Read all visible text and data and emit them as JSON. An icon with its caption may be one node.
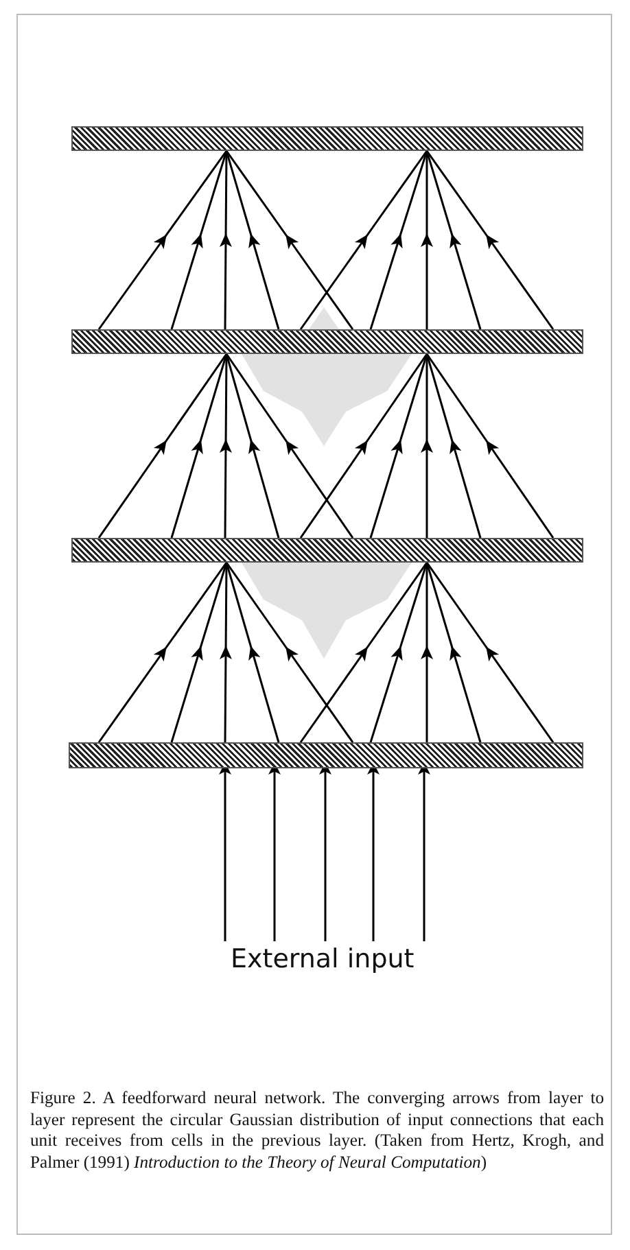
{
  "diagram": {
    "caption": "Figure 2. A feedforward neural network. The converging arrows from layer to layer represent the circular Gaussian distribution of input connections that each unit receives from cells in the previous layer. (Taken from Hertz, Krogh, and Palmer (1991) *Introduction to the Theory of Neural Computation*)",
    "nodes": [
      {
        "text": [],
        "shape": "bar"
      },
      {
        "text": [],
        "shape": "bar"
      },
      {
        "text": [],
        "shape": "bar"
      },
      {
        "text": [],
        "shape": "bar"
      },
      {
        "text": [
          "External input"
        ]
      }
    ],
    "edges": [
      {
        "from": 1,
        "to": 0,
        "arrow": "to"
      },
      {
        "from": 1,
        "to": 0,
        "arrow": "to"
      },
      {
        "from": 1,
        "to": 0,
        "arrow": "to"
      },
      {
        "from": 1,
        "to": 0,
        "arrow": "to"
      },
      {
        "from": 1,
        "to": 0,
        "arrow": "to"
      },
      {
        "from": 1,
        "to": 0,
        "arrow": "to"
      },
      {
        "from": 1,
        "to": 0,
        "arrow": "to"
      },
      {
        "from": 1,
        "to": 0,
        "arrow": "to"
      },
      {
        "from": 1,
        "to": 0,
        "arrow": "to"
      },
      {
        "from": 1,
        "to": 0,
        "arrow": "to"
      },
      {
        "from": 2,
        "to": 1,
        "arrow": "to"
      },
      {
        "from": 2,
        "to": 1,
        "arrow": "to"
      },
      {
        "from": 2,
        "to": 1,
        "arrow": "to"
      },
      {
        "from": 2,
        "to": 1,
        "arrow": "to"
      },
      {
        "from": 2,
        "to": 1,
        "arrow": "to"
      },
      {
        "from": 2,
        "to": 1,
        "arrow": "to"
      },
      {
        "from": 2,
        "to": 1,
        "arrow": "to"
      },
      {
        "from": 2,
        "to": 1,
        "arrow": "to"
      },
      {
        "from": 2,
        "to": 1,
        "arrow": "to"
      },
      {
        "from": 2,
        "to": 1,
        "arrow": "to"
      },
      {
        "from": 3,
        "to": 2,
        "arrow": "to"
      },
      {
        "from": 3,
        "to": 2,
        "arrow": "to"
      },
      {
        "from": 3,
        "to": 2,
        "arrow": "to"
      },
      {
        "from": 3,
        "to": 2,
        "arrow": "to"
      },
      {
        "from": 3,
        "to": 2,
        "arrow": "to"
      },
      {
        "from": 3,
        "to": 2,
        "arrow": "to"
      },
      {
        "from": 3,
        "to": 2,
        "arrow": "to"
      },
      {
        "from": 3,
        "to": 2,
        "arrow": "to"
      },
      {
        "from": 3,
        "to": 2,
        "arrow": "to"
      },
      {
        "from": 3,
        "to": 2,
        "arrow": "to"
      },
      {
        "from": 4,
        "to": 3,
        "arrow": "to"
      },
      {
        "from": 4,
        "to": 3,
        "arrow": "to"
      },
      {
        "from": 4,
        "to": 3,
        "arrow": "to"
      },
      {
        "from": 4,
        "to": 3,
        "arrow": "to"
      },
      {
        "from": 4,
        "to": 3,
        "arrow": "to"
      }
    ]
  }
}
